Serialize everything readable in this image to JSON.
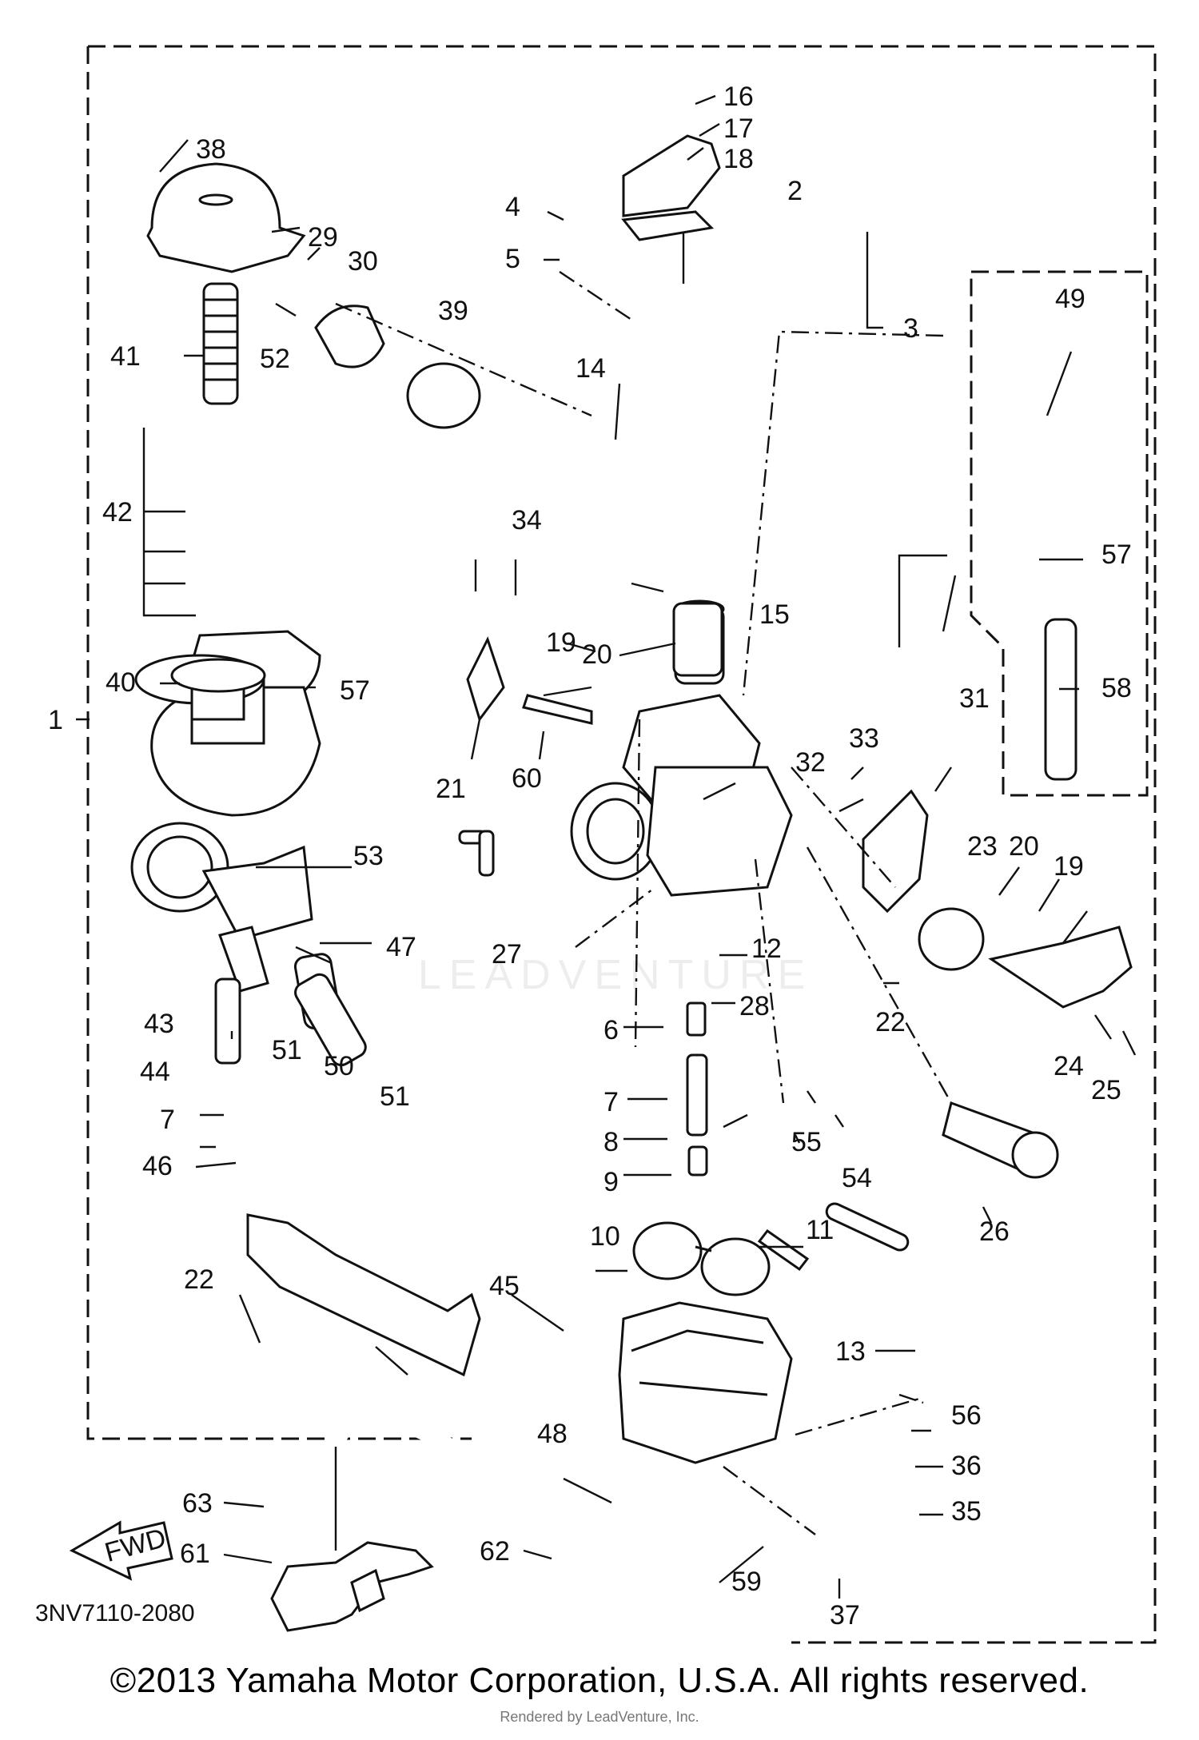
{
  "diagram": {
    "code": "3NV7110-2080",
    "fwd_label": "FWD",
    "watermark": "LEADVENTURE",
    "copyright": "©2013 Yamaha Motor Corporation, U.S.A. All rights reserved.",
    "rendered_by": "Rendered by LeadVenture, Inc.",
    "callouts": [
      "1",
      "2",
      "3",
      "4",
      "5",
      "6",
      "7",
      "7",
      "8",
      "9",
      "10",
      "11",
      "12",
      "13",
      "14",
      "15",
      "16",
      "17",
      "18",
      "19",
      "19",
      "20",
      "20",
      "21",
      "22",
      "22",
      "23",
      "24",
      "25",
      "26",
      "27",
      "28",
      "29",
      "30",
      "31",
      "32",
      "33",
      "34",
      "35",
      "36",
      "37",
      "38",
      "39",
      "40",
      "41",
      "42",
      "43",
      "44",
      "45",
      "46",
      "47",
      "48",
      "49",
      "50",
      "51",
      "51",
      "52",
      "53",
      "54",
      "55",
      "56",
      "57",
      "57",
      "58",
      "59",
      "60",
      "61",
      "62",
      "63"
    ]
  }
}
